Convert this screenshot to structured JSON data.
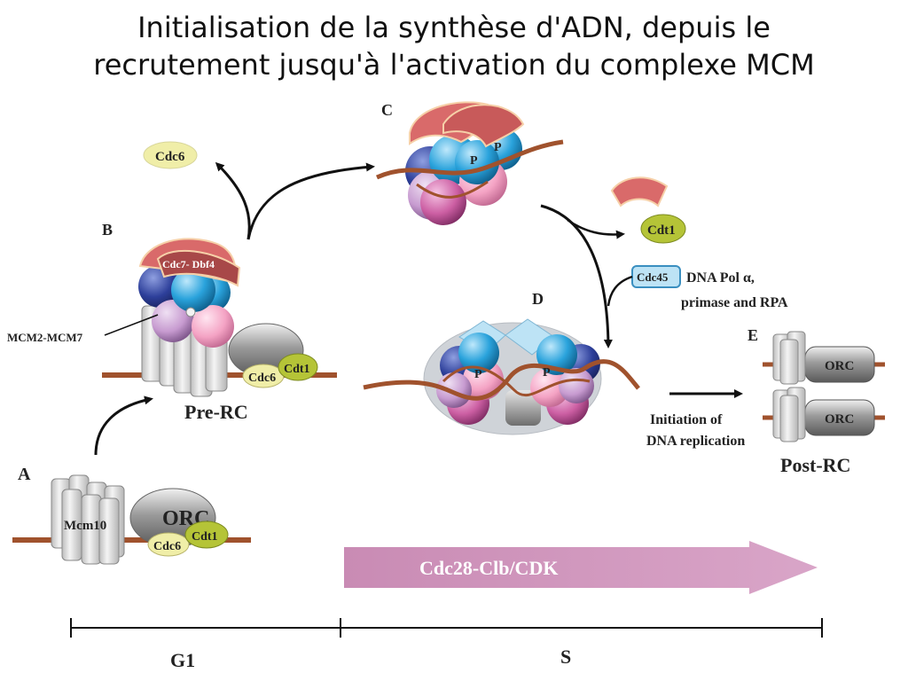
{
  "title": {
    "line1": "Initialisation de la synthèse d'ADN, depuis le",
    "line2": "recrutement jusqu'à l'activation du complexe MCM"
  },
  "panels": {
    "a": "A",
    "b": "B",
    "c": "C",
    "d": "D",
    "e": "E"
  },
  "proteins": {
    "cdc6": "Cdc6",
    "cdt1": "Cdt1",
    "orc": "ORC",
    "mcm10": "Mcm10",
    "cdc7_dbf4": "Cdc7- Dbf4",
    "mcm2_7": "MCM2-MCM7",
    "cdc45": "Cdc45",
    "phospho": "P"
  },
  "labels": {
    "pre_rc": "Pre-RC",
    "post_rc": "Post-RC",
    "dna_pol_line1": "DNA Pol α,",
    "dna_pol_line2": "primase and RPA",
    "initiation_line1": "Initiation of",
    "initiation_line2": "DNA replication",
    "kinase": "Cdc28-Clb/CDK"
  },
  "timeline": {
    "g1": "G1",
    "s": "S"
  },
  "colors": {
    "dna": "#a0522d",
    "mcm_blue": "#2aa3dc",
    "mcm_pink": "#f4a3c4",
    "mcm_purple": "#c79bd0",
    "dbf4": "#d96a6a",
    "cdc6": "#f0eea8",
    "cdt1": "#b5c437",
    "kinase_arrow": "#c98bb4"
  }
}
